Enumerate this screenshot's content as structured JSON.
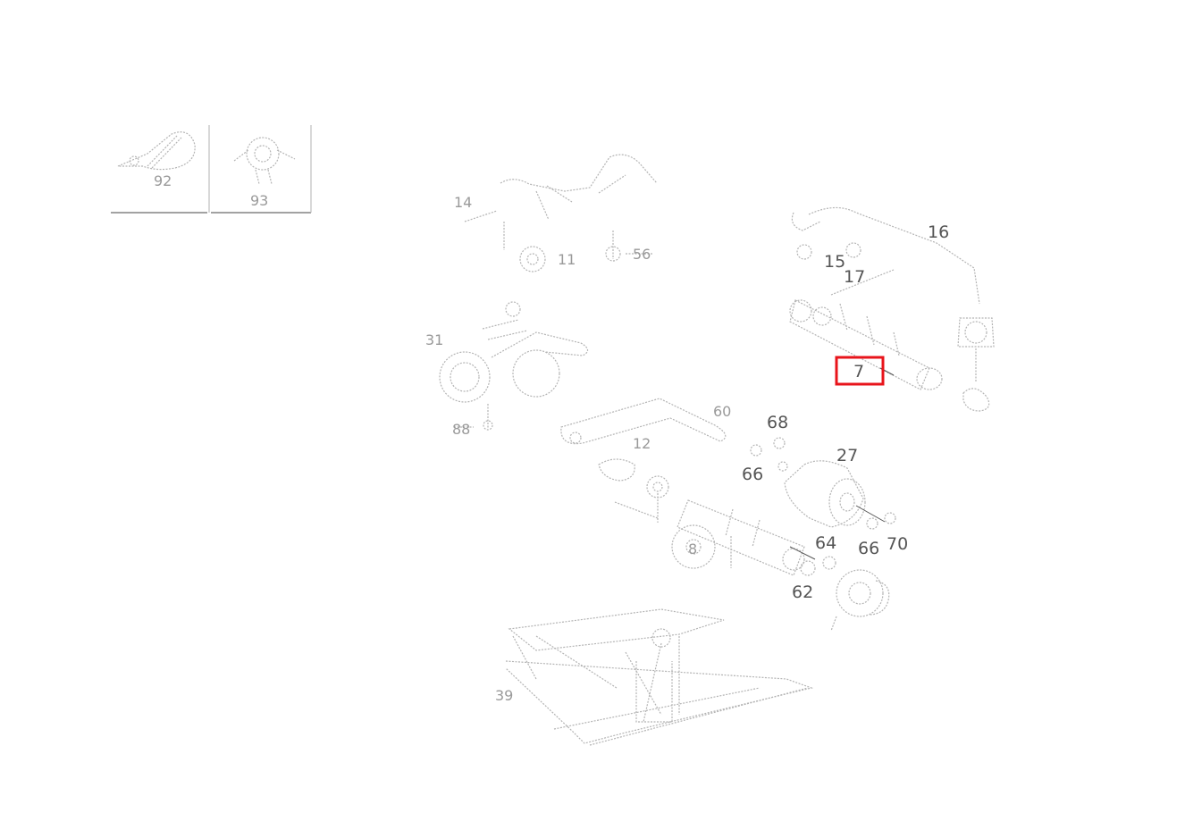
{
  "diagram": {
    "highlight_color": "#e8141b",
    "highlighted_callout": "7",
    "inset_labels": [
      "92",
      "93"
    ],
    "callouts": {
      "c16": "16",
      "c15": "15",
      "c17": "17",
      "c7": "7",
      "c68": "68",
      "c66a": "66",
      "c27": "27",
      "c64": "64",
      "c66b": "66",
      "c70": "70",
      "c62": "62"
    }
  }
}
